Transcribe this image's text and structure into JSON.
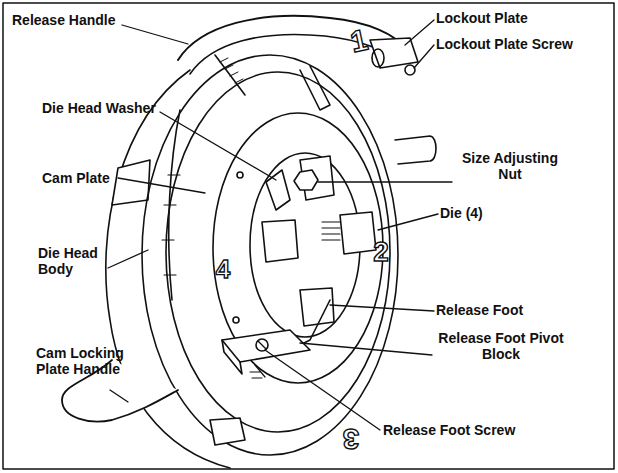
{
  "diagram": {
    "labels": [
      "Release Handle",
      "Lockout Plate",
      "Lockout Plate Screw",
      "Die Head Washer",
      "Size Adjusting Nut",
      "Cam Plate",
      "Die (4)",
      "Die Head Body",
      "Release Foot",
      "Release Foot Pivot Block",
      "Cam Locking Plate Handle",
      "Release Foot Screw",
      "1",
      "2",
      "3",
      "4"
    ]
  }
}
